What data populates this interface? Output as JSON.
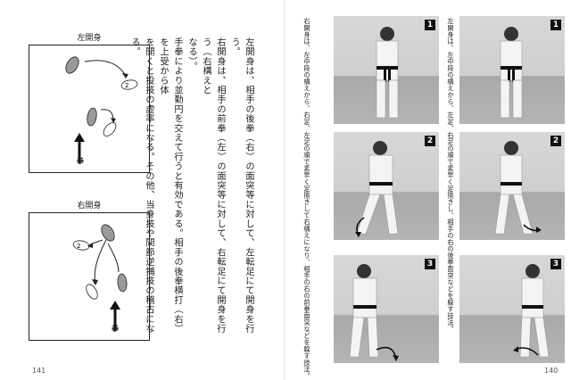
{
  "left_page": {
    "page_number": "141",
    "diagram_left_open": {
      "title": "左開身",
      "fist_label": "拳"
    },
    "diagram_right_open": {
      "title": "右開身",
      "fist_label": "拳"
    },
    "body_text": "左開身は、相手の後拳（右）の面突等に対して、左転足にて開身を行う。\n右開身は、相手の前拳（左）の面突等に対して、右転足にて開身を行う（右構えと\nなる）。\n手拳により並勤円を交えて行うと有効である。相手の後拳横打（右）を上受から体\nを開くと投技の虚率になる。その他、当身技や関節逆捕技の稽古になる。"
  },
  "right_page": {
    "page_number": "140",
    "caption_a": "右開身は、左中段の構えから、右足、左足の順で素早く足捌きして右構えになり、相手の右の前拳面突などを躱す技法。",
    "caption_b": "左開身は、左中段の構えから、左足、右足の順で素早く足捌きし、相手の右の後拳面突などを躱す技法。",
    "photos": [
      {
        "badge": "1"
      },
      {
        "badge": "1"
      },
      {
        "badge": "2"
      },
      {
        "badge": "2"
      },
      {
        "badge": "3"
      },
      {
        "badge": "3"
      }
    ]
  }
}
